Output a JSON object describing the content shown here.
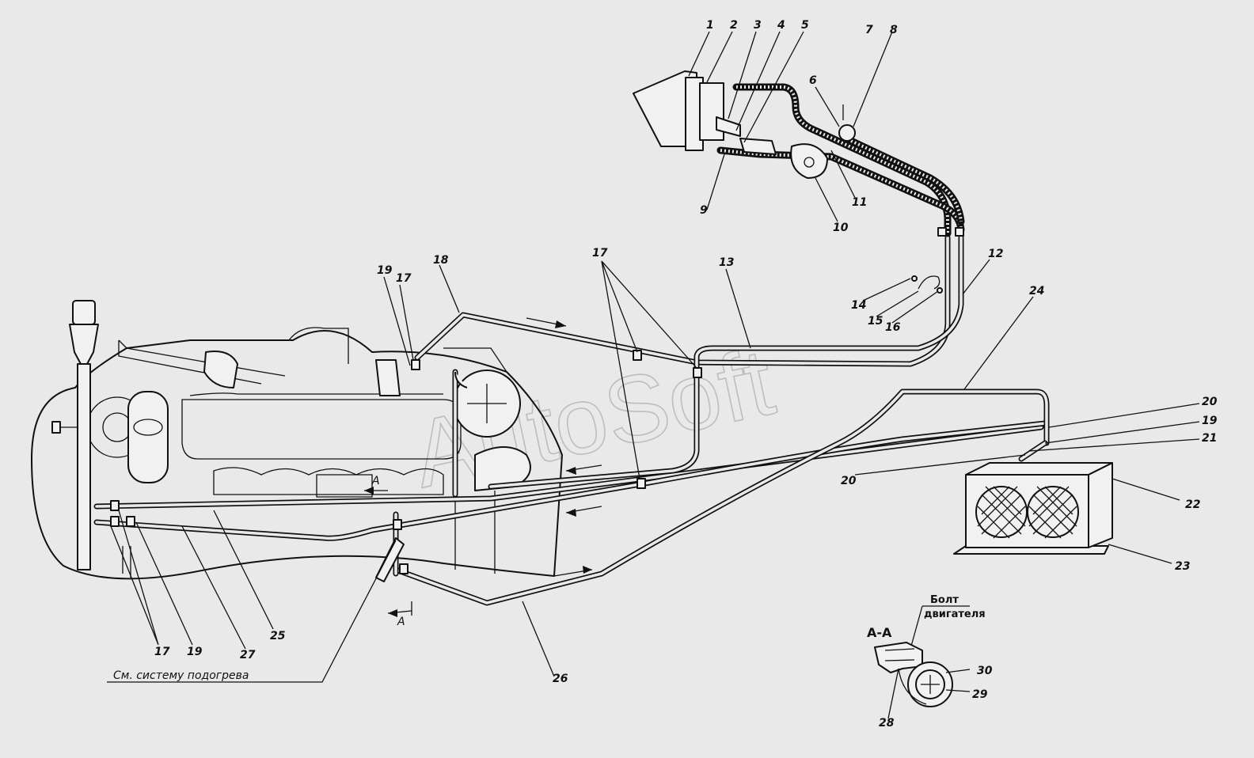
{
  "watermark": "AutoSoft",
  "note": "См. систему подогрева",
  "section_label": "A-A",
  "section_marker": "A",
  "bolt_label_line1": "Болт",
  "bolt_label_line2": "двигателя",
  "callouts": [
    "1",
    "2",
    "3",
    "4",
    "5",
    "6",
    "7",
    "8",
    "9",
    "10",
    "11",
    "12",
    "13",
    "14",
    "15",
    "16",
    "17",
    "18",
    "19",
    "20",
    "21",
    "22",
    "23",
    "24",
    "25",
    "26",
    "27",
    "28",
    "29",
    "30"
  ]
}
